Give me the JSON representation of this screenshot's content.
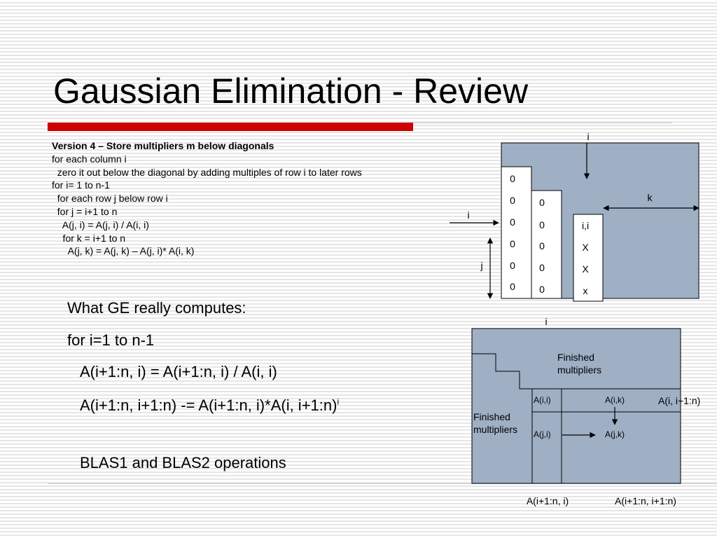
{
  "slide": {
    "title": "Gaussian Elimination - Review"
  },
  "pseudocode": {
    "heading": "Version 4 – Store multipliers m below diagonals",
    "lines": [
      "for each column i",
      "  zero it out below the diagonal by adding multiples of row i to later rows",
      "for i= 1 to n-1",
      "  for each row j below row i",
      "  for j = i+1 to n",
      "    A(j, i) = A(j, i) / A(i, i)",
      "    for k = i+1 to n",
      "      A(j, k) = A(j, k) – A(j, i)* A(i, k)"
    ]
  },
  "ge_block": {
    "line1": "What GE really computes:",
    "line2": "for i=1 to n-1",
    "line3": "A(i+1:n, i) = A(i+1:n, i) / A(i, i)",
    "line4": "A(i+1:n, i+1:n) -= A(i+1:n, i)*A(i, i+1:n)",
    "line4_sup": "i",
    "line5": "BLAS1 and BLAS2 operations"
  },
  "top_diagram": {
    "label_i_top": "i",
    "label_i_left": "i",
    "label_j": "j",
    "label_k": "k",
    "col1": [
      "0",
      "0",
      "0",
      "0",
      "0",
      "0"
    ],
    "col2": [
      "0",
      "0",
      "0",
      "0",
      "0"
    ],
    "col3": [
      "i,i",
      "X",
      "X",
      "x"
    ]
  },
  "bottom_diagram": {
    "label_i_top": "i",
    "finished_top": [
      "Finished",
      "multipliers"
    ],
    "finished_left": [
      "Finished",
      "multipliers"
    ],
    "a_ii": "A(i,i)",
    "a_ik": "A(i,k)",
    "a_ji": "A(j,i)",
    "a_jk": "A(j,k)",
    "right_label": "A(i, i+1:n)",
    "bottom_label_left": "A(i+1:n, i)",
    "bottom_label_right": "A(i+1:n, i+1:n)"
  },
  "colors": {
    "matrix_fill": "#9fafc4",
    "accent_bar": "#cc0000"
  }
}
